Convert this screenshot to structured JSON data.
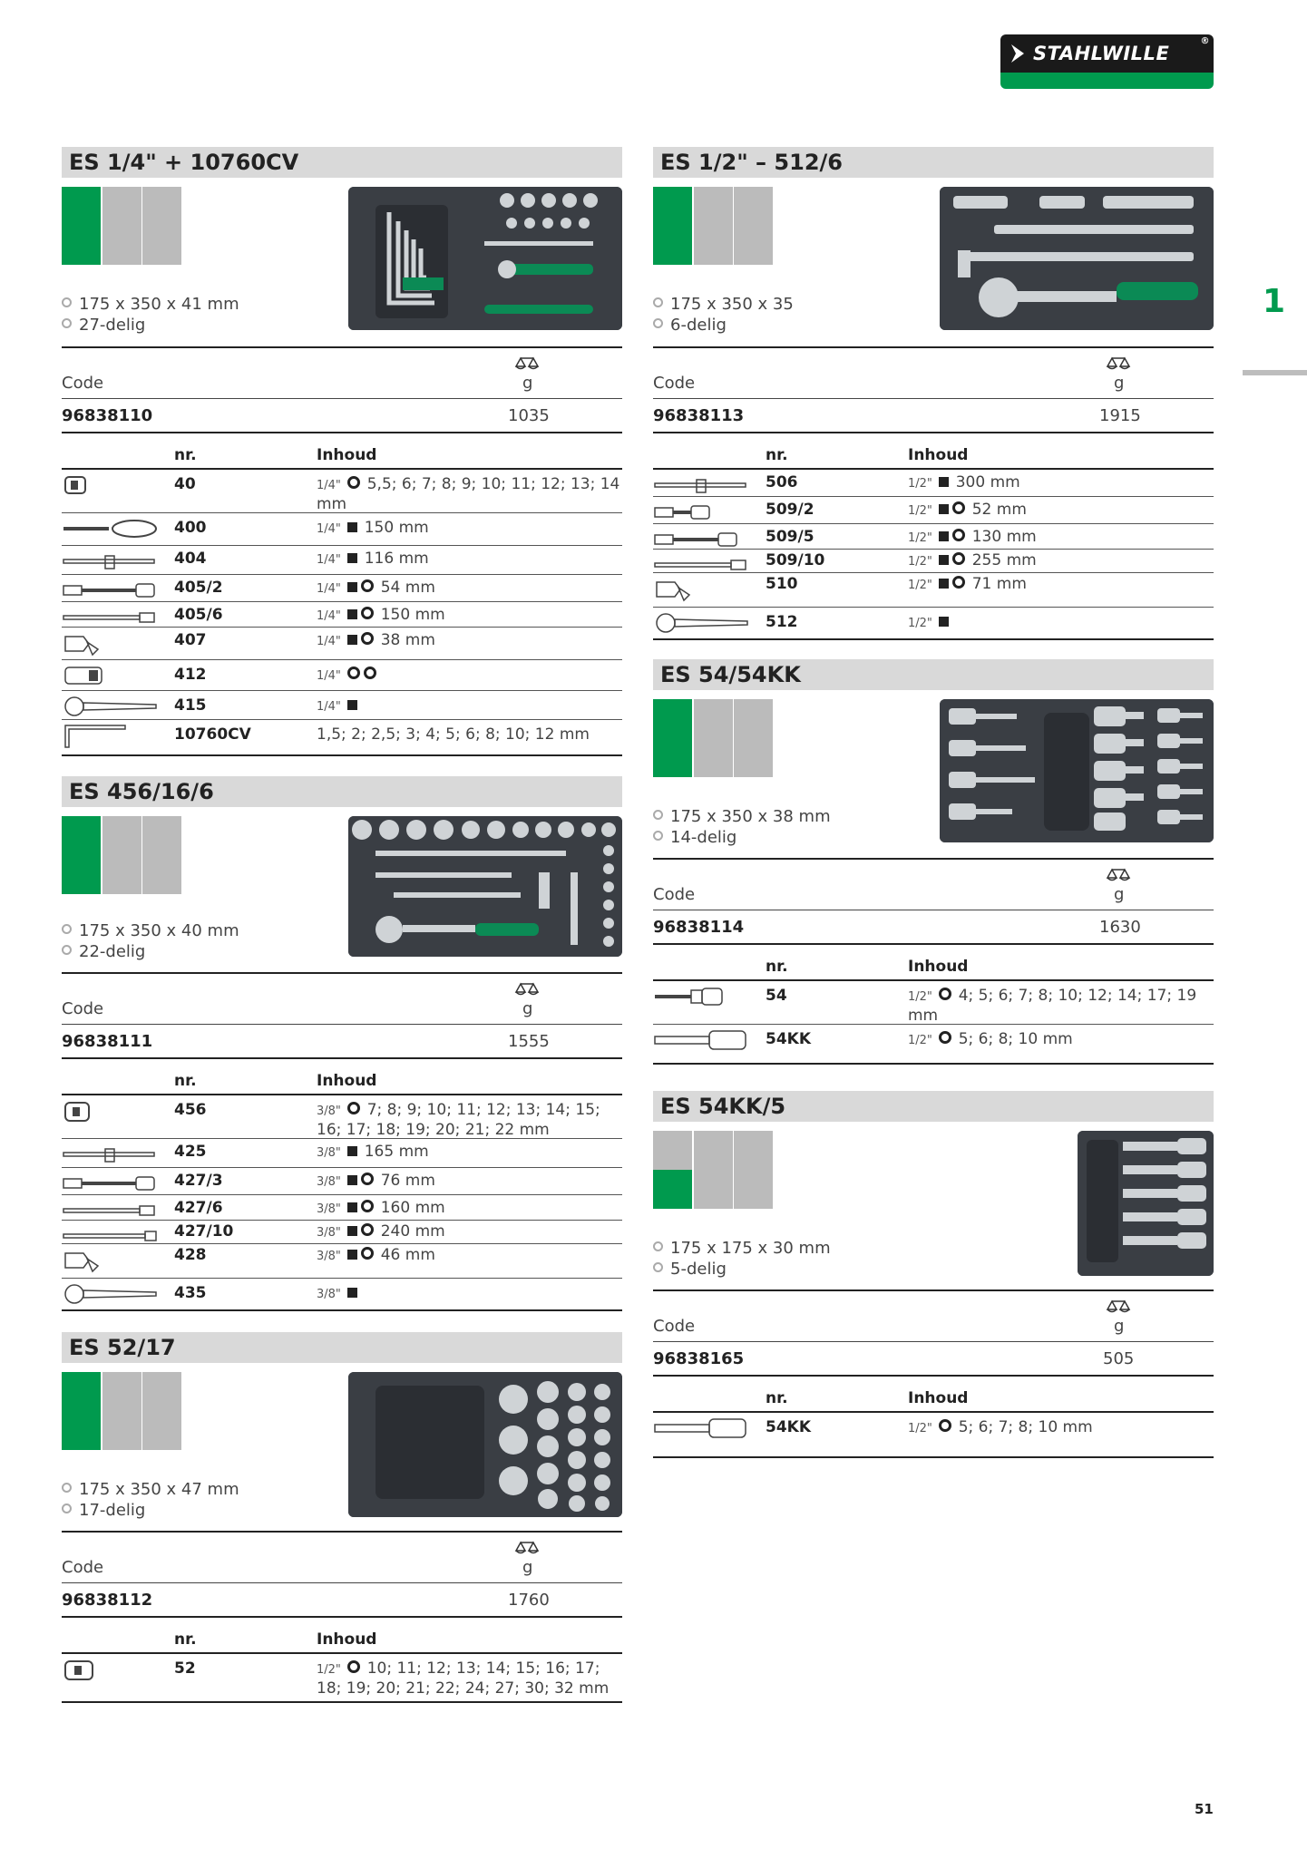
{
  "brand": {
    "name": "STAHLWILLE",
    "reg": "®",
    "colors": {
      "green": "#009a4e",
      "black": "#1a1a1a",
      "grey": "#bbbbbb"
    }
  },
  "side_index": "1",
  "page_number": "51",
  "labels": {
    "code": "Code",
    "unit": "g",
    "nr": "nr.",
    "inhoud": "Inhoud"
  },
  "sections": {
    "s1": {
      "title": "ES 1/4\" + 10760CV",
      "dims": "175 x 350 x 41 mm",
      "count": "27-delig",
      "code": "96838110",
      "weight": "1035",
      "rows": [
        {
          "nr": "40",
          "frac": "1/4\"",
          "text": "5,5; 6; 7; 8; 9; 10; 11; 12; 13; 14 mm"
        },
        {
          "nr": "400",
          "frac": "1/4\"",
          "text": "150 mm"
        },
        {
          "nr": "404",
          "frac": "1/4\"",
          "text": "116 mm"
        },
        {
          "nr": "405/2",
          "frac": "1/4\"",
          "text": "54 mm"
        },
        {
          "nr": "405/6",
          "frac": "1/4\"",
          "text": "150 mm"
        },
        {
          "nr": "407",
          "frac": "1/4\"",
          "text": "38 mm"
        },
        {
          "nr": "412",
          "frac": "1/4\"",
          "text": ""
        },
        {
          "nr": "415",
          "frac": "1/4\"",
          "text": ""
        },
        {
          "nr": "10760CV",
          "frac": "",
          "text": "1,5; 2; 2,5; 3; 4; 5; 6; 8; 10; 12 mm"
        }
      ]
    },
    "s2": {
      "title": "ES 456/16/6",
      "dims": "175 x 350 x 40 mm",
      "count": "22-delig",
      "code": "96838111",
      "weight": "1555",
      "rows": [
        {
          "nr": "456",
          "frac": "3/8\"",
          "text": "7; 8; 9; 10; 11; 12; 13; 14; 15; 16; 17; 18; 19; 20; 21; 22 mm"
        },
        {
          "nr": "425",
          "frac": "3/8\"",
          "text": "165 mm"
        },
        {
          "nr": "427/3",
          "frac": "3/8\"",
          "text": "76 mm"
        },
        {
          "nr": "427/6",
          "frac": "3/8\"",
          "text": "160 mm"
        },
        {
          "nr": "427/10",
          "frac": "3/8\"",
          "text": "240 mm"
        },
        {
          "nr": "428",
          "frac": "3/8\"",
          "text": "46 mm"
        },
        {
          "nr": "435",
          "frac": "3/8\"",
          "text": ""
        }
      ]
    },
    "s3": {
      "title": "ES 52/17",
      "dims": "175 x 350 x 47 mm",
      "count": "17-delig",
      "code": "96838112",
      "weight": "1760",
      "rows": [
        {
          "nr": "52",
          "frac": "1/2\"",
          "text": "10; 11; 12; 13; 14; 15; 16; 17; 18; 19; 20; 21; 22; 24; 27; 30; 32 mm"
        }
      ]
    },
    "s4": {
      "title": "ES 1/2\" – 512/6",
      "dims": "175 x 350 x 35",
      "count": "6-delig",
      "code": "96838113",
      "weight": "1915",
      "rows": [
        {
          "nr": "506",
          "frac": "1/2\"",
          "text": "300 mm"
        },
        {
          "nr": "509/2",
          "frac": "1/2\"",
          "text": "52 mm"
        },
        {
          "nr": "509/5",
          "frac": "1/2\"",
          "text": "130 mm"
        },
        {
          "nr": "509/10",
          "frac": "1/2\"",
          "text": "255 mm"
        },
        {
          "nr": "510",
          "frac": "1/2\"",
          "text": "71 mm"
        },
        {
          "nr": "512",
          "frac": "1/2\"",
          "text": ""
        }
      ]
    },
    "s5": {
      "title": "ES 54/54KK",
      "dims": "175 x 350 x 38 mm",
      "count": "14-delig",
      "code": "96838114",
      "weight": "1630",
      "rows": [
        {
          "nr": "54",
          "frac": "1/2\"",
          "text": "4; 5; 6; 7; 8; 10; 12; 14; 17; 19 mm"
        },
        {
          "nr": "54KK",
          "frac": "1/2\"",
          "text": "5; 6; 8; 10 mm"
        }
      ]
    },
    "s6": {
      "title": "ES 54KK/5",
      "dims": "175 x 175 x 30 mm",
      "count": "5-delig",
      "code": "96838165",
      "weight": "505",
      "rows": [
        {
          "nr": "54KK",
          "frac": "1/2\"",
          "text": "5; 6; 7; 8; 10 mm"
        }
      ]
    }
  }
}
